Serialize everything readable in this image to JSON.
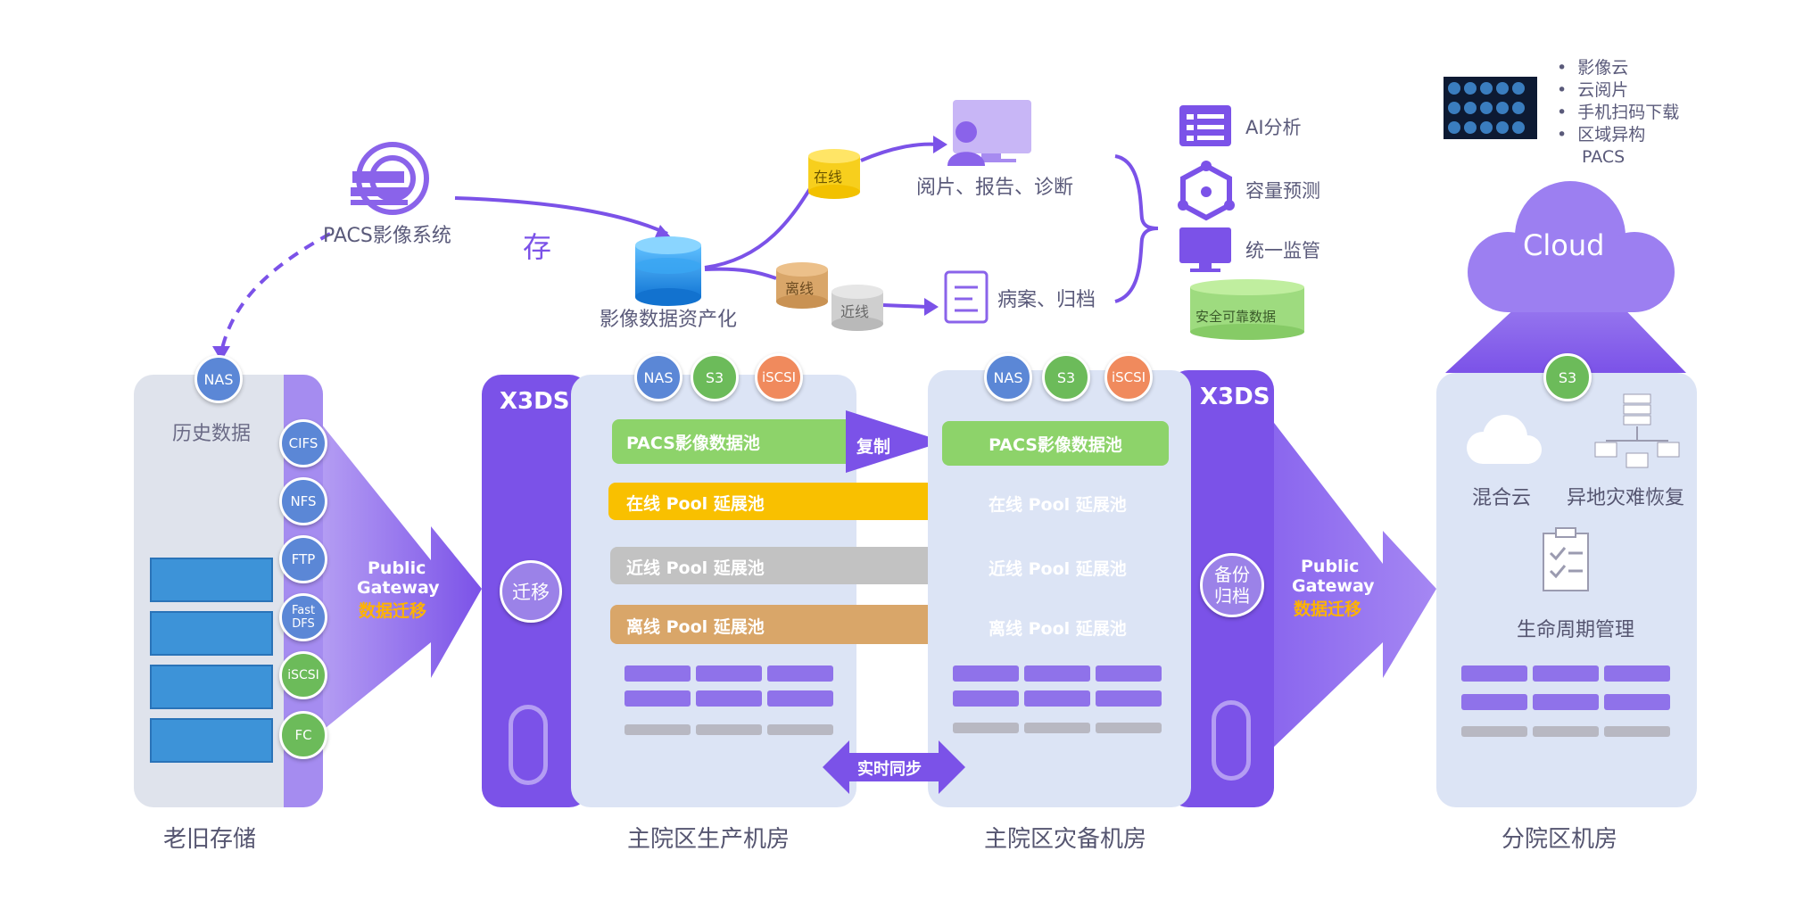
{
  "top": {
    "pacs_label": "PACS影像系统",
    "store_char": "存",
    "asset_label": "影像数据资产化",
    "online_tag": "在线",
    "offline_tag": "离线",
    "nearline_tag": "近线",
    "reading_label": "阅片、报告、诊断",
    "records_label": "病案、归档",
    "services": [
      "AI分析",
      "容量预测",
      "统一监管"
    ],
    "safe_data": "安全可靠数据"
  },
  "cloud_section": {
    "bullets": [
      "影像云",
      "云阅片",
      "手机扫码下载",
      "区域异构",
      "PACS"
    ],
    "cloud_label": "Cloud"
  },
  "legacy": {
    "nas_badge": "NAS",
    "title": "历史数据",
    "protocols": [
      "CIFS",
      "NFS",
      "FTP",
      "Fast DFS",
      "iSCSI",
      "FC"
    ],
    "caption": "老旧存储"
  },
  "gateway_left": {
    "line1": "Public",
    "line2": "Gateway",
    "line3": "数据迁移"
  },
  "gateway_right": {
    "line1": "Public",
    "line2": "Gateway",
    "line3": "数据迁移"
  },
  "main_dc": {
    "brand": "X3DS",
    "badges": [
      "NAS",
      "S3",
      "iSCSI"
    ],
    "migrate": "迁移",
    "pool_main": "PACS影像数据池",
    "online_pool": "在线  Pool 延展池",
    "nearline_pool": "近线  Pool 延展池",
    "offline_pool": "离线  Pool 延展池",
    "caption": "主院区生产机房"
  },
  "dr_dc": {
    "brand": "X3DS",
    "badges": [
      "NAS",
      "S3",
      "iSCSI"
    ],
    "backup": "备份归档",
    "backup_l1": "备份",
    "backup_l2": "归档",
    "pool_main": "PACS影像数据池",
    "online_pool": "在线  Pool 延展池",
    "nearline_pool": "近线  Pool 延展池",
    "offline_pool": "离线  Pool 延展池",
    "caption": "主院区灾备机房"
  },
  "replicate": "复制",
  "realtime_sync": "实时同步",
  "branch": {
    "s3_badge": "S3",
    "hybrid": "混合云",
    "dr": "异地灾难恢复",
    "lifecycle": "生命周期管理",
    "caption": "分院区机房"
  },
  "colors": {
    "purple": "#7b52e8",
    "purple_light": "#a58cf0",
    "panel_blue": "#dce4f5",
    "panel_grey": "#dfe3ec",
    "green_pool": "#8dd36a",
    "online_bar": "#f9c000",
    "nearline_bar": "#c2c2c2",
    "offline_bar": "#d9a669",
    "db_blue": "#1f8fe3",
    "db_yellow": "#f7cf1d"
  }
}
